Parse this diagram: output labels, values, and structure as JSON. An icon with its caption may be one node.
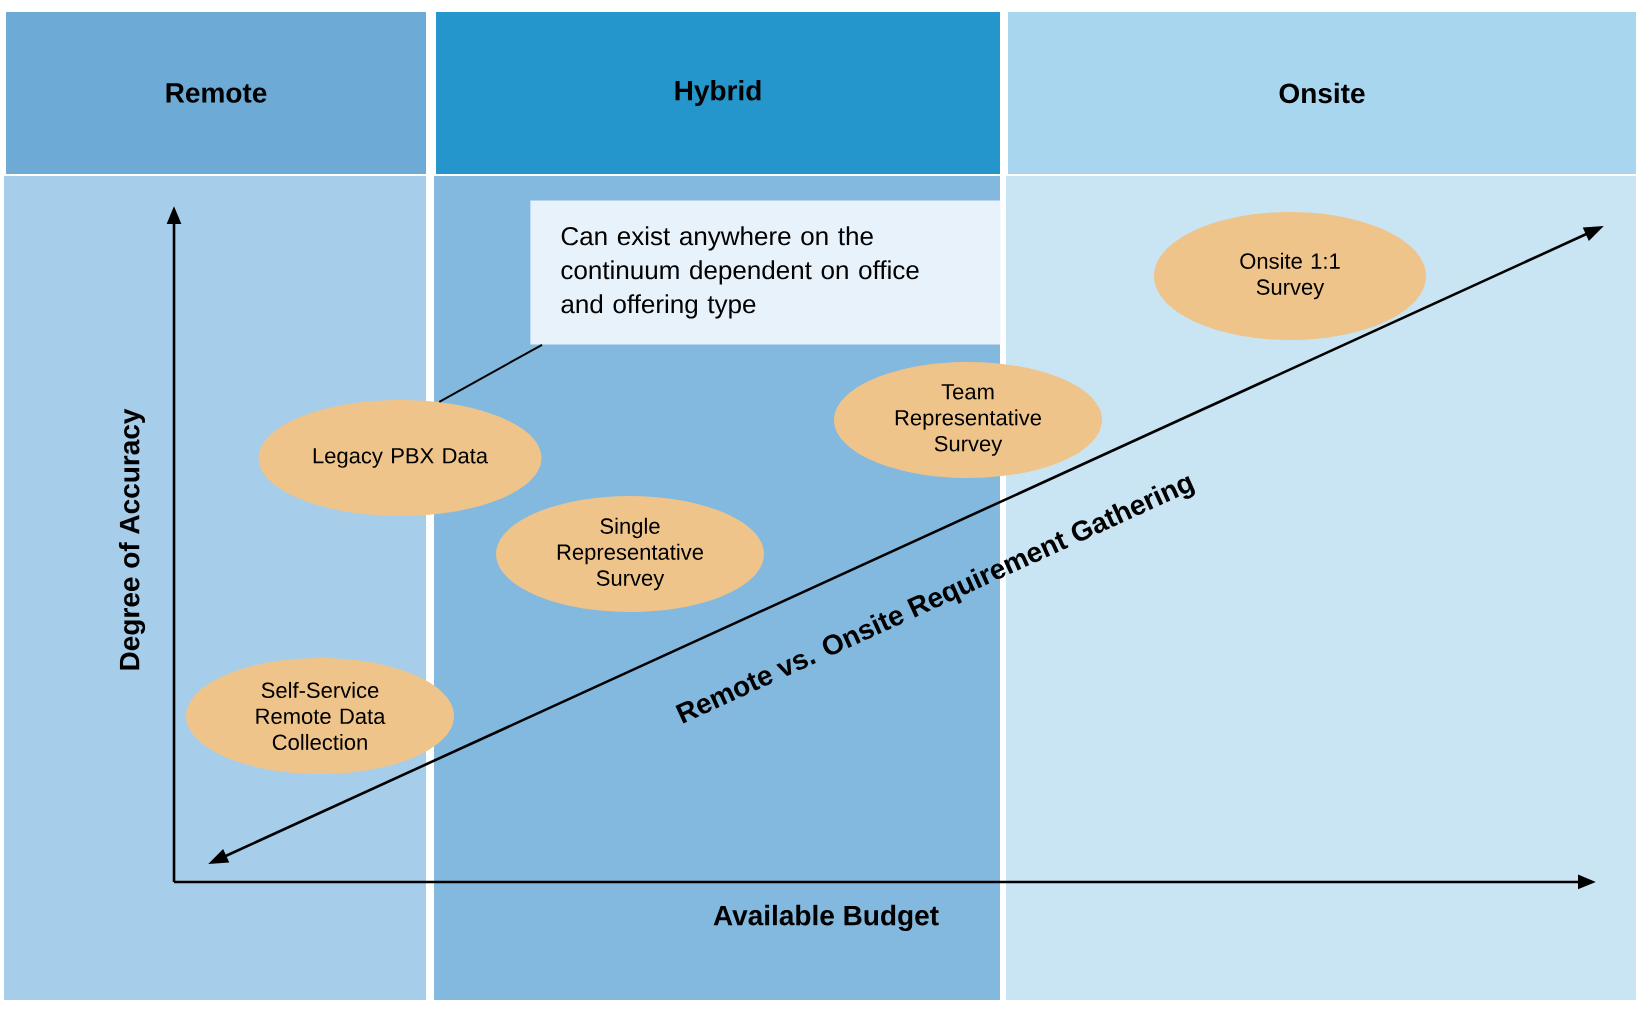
{
  "diagram": {
    "nodes": [
      {
        "text": [
          "Remote"
        ]
      },
      {
        "text": [
          "Hybrid"
        ]
      },
      {
        "text": [
          "Onsite"
        ]
      },
      {
        "text": [
          "Can exist anywhere on the continuum dependent on office and offering type"
        ],
        "in": 1
      },
      {
        "text": [
          "Onsite 1:1 Survey"
        ],
        "in": 2
      },
      {
        "text": [
          "Legacy PBX Data"
        ]
      },
      {
        "text": [
          "Team Representative Survey"
        ]
      },
      {
        "text": [
          "Single Representative Survey"
        ],
        "in": 1
      },
      {
        "text": [
          "Self-Service Remote Data Collection"
        ]
      }
    ],
    "edges": [
      {
        "from": 3,
        "to": 5,
        "arrow": "none"
      }
    ],
    "labels": [
      "Remote vs. Onsite Requirement Gathering",
      "Degree of Accuracy",
      "Available Budget"
    ]
  }
}
